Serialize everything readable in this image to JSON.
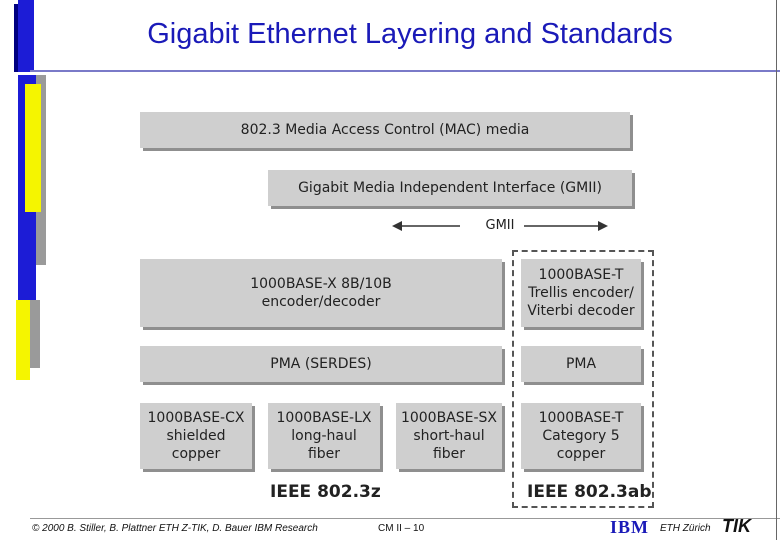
{
  "title": "Gigabit Ethernet Layering and Standards",
  "diagram": {
    "mac_layer": "802.3 Media Access Control (MAC) media",
    "gmii_layer": "Gigabit Media Independent Interface (GMII)",
    "gmii_label": "GMII",
    "encoder_x": "1000BASE-X 8B/10B\nencoder/decoder",
    "encoder_t": "1000BASE-T\nTrellis encoder/\nViterbi decoder",
    "pma_serdes": "PMA (SERDES)",
    "pma_t": "PMA",
    "media_cx": "1000BASE-CX\nshielded\ncopper",
    "media_lx": "1000BASE-LX\nlong-haul\nfiber",
    "media_sx": "1000BASE-SX\nshort-haul\nfiber",
    "media_t": "1000BASE-T\nCategory 5\ncopper",
    "std_z": "IEEE 802.3z",
    "std_ab": "IEEE 802.3ab"
  },
  "footer": {
    "copyright": "© 2000 B. Stiller, B. Plattner ETH Z-TIK, D. Bauer IBM Research",
    "slide": "CM II – 10",
    "ibm": "IBM",
    "eth": "ETH Zürich",
    "tik": "TIK"
  },
  "colors": {
    "title": "#1a1ab8",
    "accent_blue": "#1c1cd6",
    "accent_yellow": "#f5f500",
    "box": "#cfcfcf"
  }
}
